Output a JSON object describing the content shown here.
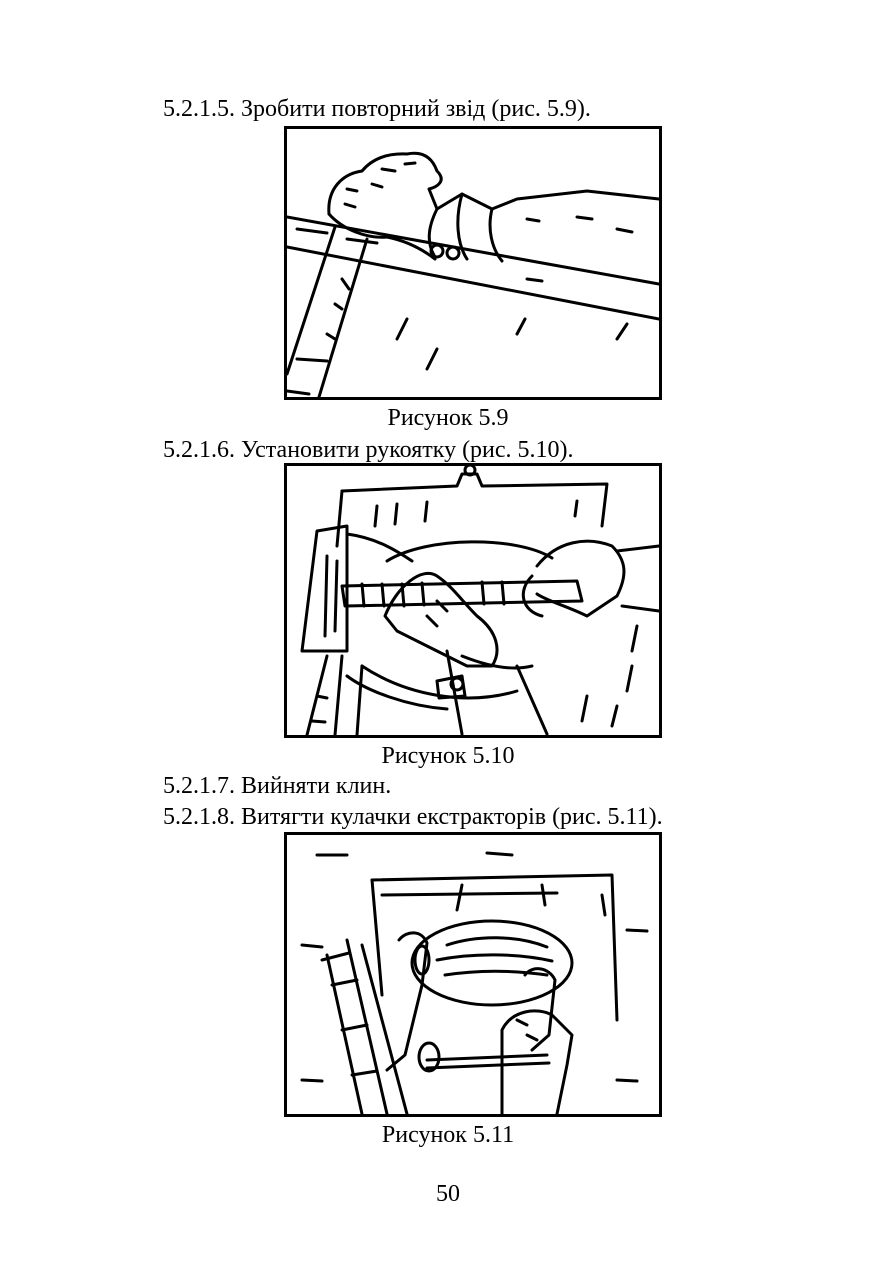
{
  "steps": [
    "5.2.1.5. Зробити повторний звід (рис. 5.9).",
    "5.2.1.6. Установити рукоятку (рис. 5.10).",
    "5.2.1.7. Вийняти клин.",
    "5.2.1.8. Витягти кулачки екстракторів (рис. 5.11)."
  ],
  "figures": [
    {
      "caption": "Рисунок 5.9"
    },
    {
      "caption": "Рисунок 5.10"
    },
    {
      "caption": "Рисунок 5.11"
    }
  ],
  "page_number": "50"
}
